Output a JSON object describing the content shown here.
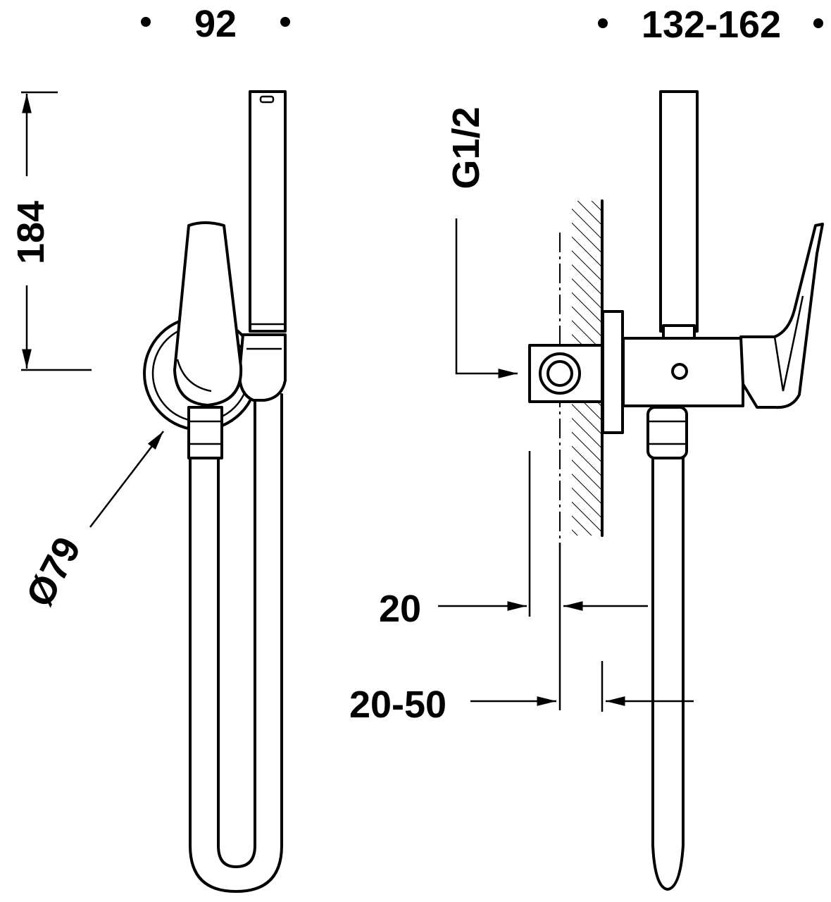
{
  "diagram": {
    "labels": {
      "width_left": "92",
      "projection_right": "132-162",
      "height": "184",
      "escutcheon_diameter": "Ø79",
      "thread": "G1/2",
      "inlet_depth": "20",
      "wall_range": "20-50"
    },
    "colors": {
      "line": "#000000",
      "background": "#ffffff"
    }
  }
}
